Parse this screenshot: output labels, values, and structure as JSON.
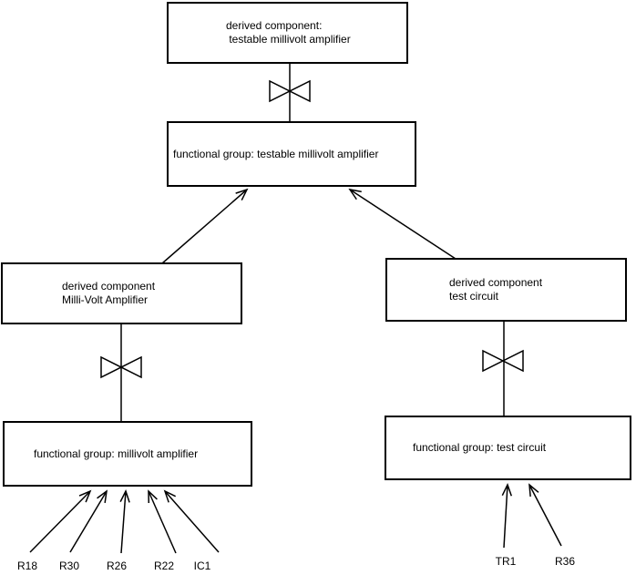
{
  "diagram": {
    "colors": {
      "line": "#000000",
      "background": "#ffffff"
    },
    "nodes": {
      "derived_testable": {
        "line1": "derived component:",
        "line2": " testable millivolt amplifier"
      },
      "functional_testable": {
        "label": "functional group: testable millivolt amplifier"
      },
      "derived_millivolt": {
        "line1": "derived component",
        "line2": "Milli-Volt Amplifier"
      },
      "functional_millivolt": {
        "label": "functional group: millivolt amplifier"
      },
      "derived_testcircuit": {
        "line1": "derived component",
        "line2": "test circuit"
      },
      "functional_testcircuit": {
        "label": "functional group: test circuit"
      }
    },
    "components": {
      "millivolt_amplifier": [
        "R18",
        "R30",
        "R26",
        "R22",
        "IC1"
      ],
      "test_circuit": [
        "TR1",
        "R36"
      ]
    }
  }
}
